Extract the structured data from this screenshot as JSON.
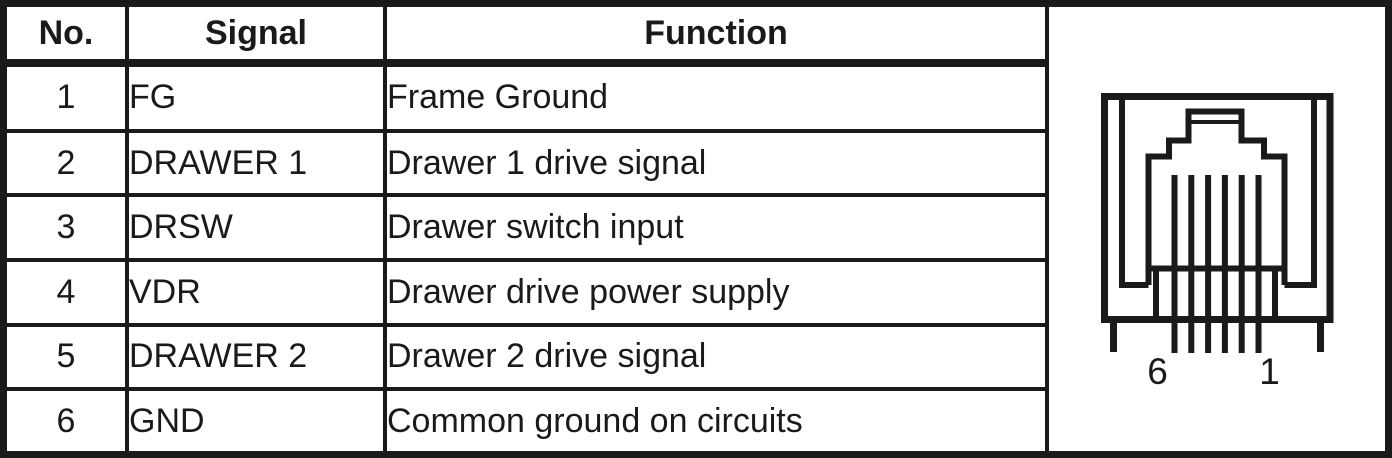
{
  "colors": {
    "ink": "#1a1a1a",
    "background": "#ffffff"
  },
  "table": {
    "headers": [
      "No.",
      "Signal",
      "Function"
    ],
    "rows": [
      {
        "no": "1",
        "signal": "FG",
        "function": "Frame Ground"
      },
      {
        "no": "2",
        "signal": "DRAWER 1",
        "function": "Drawer 1 drive signal"
      },
      {
        "no": "3",
        "signal": "DRSW",
        "function": "Drawer switch input"
      },
      {
        "no": "4",
        "signal": "VDR",
        "function": "Drawer drive power supply"
      },
      {
        "no": "5",
        "signal": "DRAWER 2",
        "function": "Drawer 2 drive signal"
      },
      {
        "no": "6",
        "signal": "GND",
        "function": "Common ground on circuits"
      }
    ]
  },
  "connector": {
    "type": "6-pin modular jack (face view)",
    "pin_count": 6,
    "left_pin_label": "6",
    "right_pin_label": "1"
  }
}
